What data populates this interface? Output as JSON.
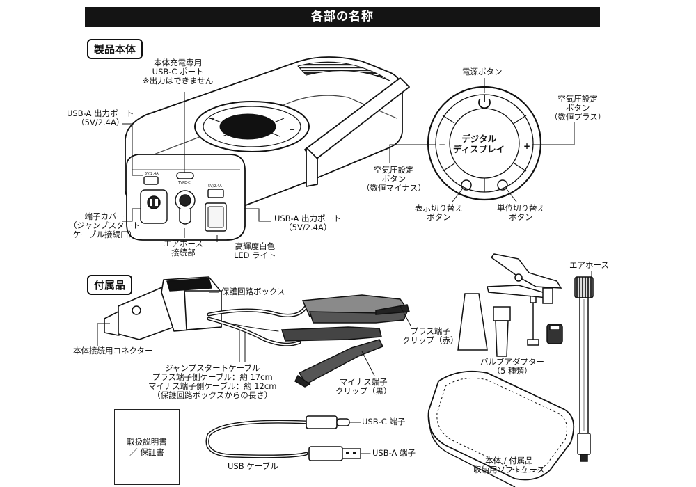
{
  "title": "各部の名称",
  "sections": {
    "main_body": "製品本体",
    "accessories": "付属品"
  },
  "main_body_labels": {
    "usb_c_port": [
      "本体充電専用",
      "USB-C ポート",
      "※出力はできません"
    ],
    "usb_a_port_left": [
      "USB-A 出力ポート",
      "（5V/2.4A）"
    ],
    "terminal_cover": [
      "端子カバー",
      "（ジャンプスタート",
      "ケーブル接続口）"
    ],
    "air_hose_connector": [
      "エアホース",
      "接続部"
    ],
    "led_light": [
      "高輝度白色",
      "LED ライト"
    ],
    "usb_a_port_right": [
      "USB-A 出力ポート",
      "（5V/2.4A）"
    ],
    "port_prints": {
      "usb_a_1": "5V/2.4A",
      "usb_c": "TYPE-C",
      "usb_a_2": "5V/2.4A"
    }
  },
  "control_panel": {
    "power_button": "電源ボタン",
    "pressure_plus": [
      "空気圧設定",
      "ボタン",
      "（数値プラス）"
    ],
    "pressure_minus": [
      "空気圧設定",
      "ボタン",
      "（数値マイナス）"
    ],
    "display_toggle": [
      "表示切り替え",
      "ボタン"
    ],
    "unit_toggle": [
      "単位切り替え",
      "ボタン"
    ],
    "display": [
      "デジタル",
      "ディスプレイ"
    ],
    "plus_symbol": "+",
    "minus_symbol": "−"
  },
  "accessory_labels": {
    "protection_box": "保護回路ボックス",
    "body_connector": "本体接続用コネクター",
    "jump_cable": [
      "ジャンプスタートケーブル",
      "プラス端子側ケーブル：約 17cm",
      "マイナス端子側ケーブル：約 12cm",
      "（保護回路ボックスからの長さ）"
    ],
    "plus_clip": [
      "プラス端子",
      "クリップ（赤）"
    ],
    "minus_clip": [
      "マイナス端子",
      "クリップ（黒）"
    ],
    "valve_adapter": [
      "バルブアダプター",
      "（5 種類）"
    ],
    "air_hose": "エアホース",
    "manual": [
      "取扱説明書",
      "／ 保証書"
    ],
    "usb_c_end": "USB-C 端子",
    "usb_a_end": "USB-A 端子",
    "usb_cable": "USB ケーブル",
    "soft_case": [
      "本体 / 付属品",
      "収納用ソフトケース"
    ]
  }
}
